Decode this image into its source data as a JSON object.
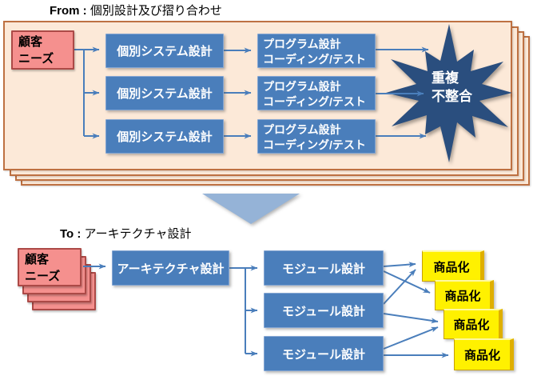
{
  "colors": {
    "panel_fill": "#FCE9D8",
    "panel_border": "#BE7142",
    "blue_box": "#4A7EBB",
    "blue_box_border": "#84A6D3",
    "pink_box": "#F5908E",
    "pink_box_border": "#AC4A47",
    "burst_fill": "#2A4E7E",
    "arrow": "#4A7EBB",
    "big_arrow_triangle": "#95B3D7",
    "product_fill": "#FFF100",
    "product_side": "#DFAF00",
    "text_on_blue": "#FFFFFF",
    "text_dark": "#000000"
  },
  "from_section": {
    "title_prefix": "From :",
    "title_text": "個別設計及び摺り合わせ",
    "customer": {
      "line1": "顧客",
      "line2": "ニーズ"
    },
    "system_boxes": [
      "個別システム設計",
      "個別システム設計",
      "個別システム設計"
    ],
    "program_boxes": [
      {
        "line1": "プログラム設計",
        "line2": "コーディング/テスト"
      },
      {
        "line1": "プログラム設計",
        "line2": "コーディング/テスト"
      },
      {
        "line1": "プログラム設計",
        "line2": "コーディング/テスト"
      }
    ],
    "burst": {
      "line1": "重複",
      "line2": "不整合"
    }
  },
  "to_section": {
    "title_prefix": "To :",
    "title_text": "アーキテクチャ設計",
    "customer": {
      "line1": "顧客",
      "line2": "ニーズ"
    },
    "architecture_box": "アーキテクチャ設計",
    "module_boxes": [
      "モジュール設計",
      "モジュール設計",
      "モジュール設計"
    ],
    "product_boxes": [
      "商品化",
      "商品化",
      "商品化",
      "商品化"
    ]
  }
}
